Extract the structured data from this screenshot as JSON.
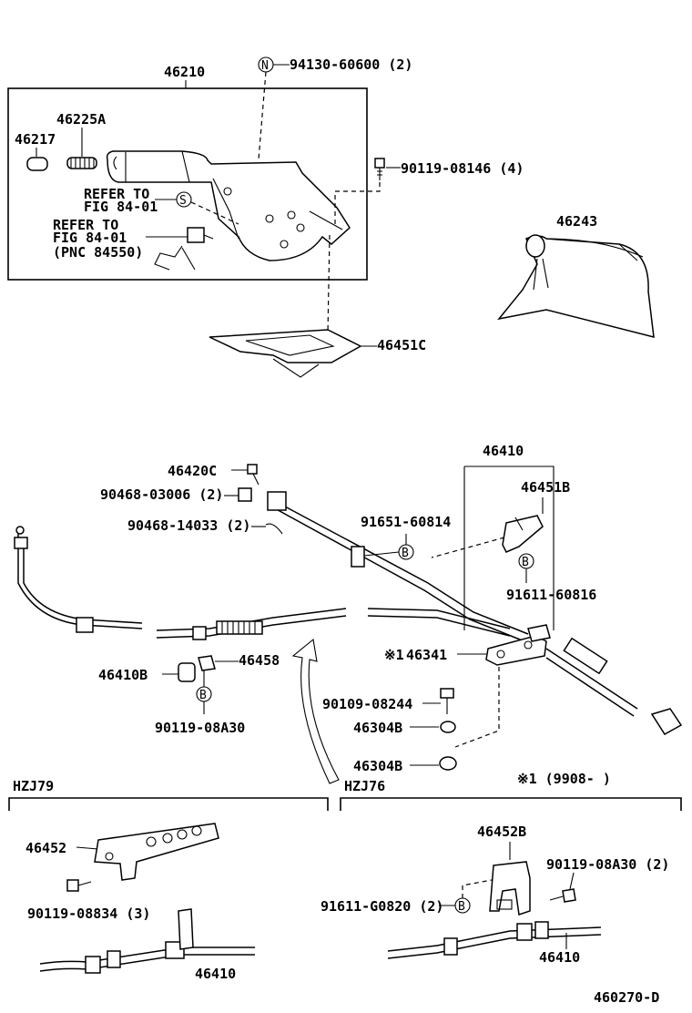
{
  "labels": {
    "p46210": "46210",
    "p94130": "94130-60600 (2)",
    "p46225A": "46225A",
    "p46217": "46217",
    "p90119_08146": "90119-08146 (4)",
    "refer1_a": "REFER TO",
    "refer1_b": "FIG 84-01",
    "refer2_a": "REFER TO",
    "refer2_b": "FIG 84-01",
    "refer2_c": "(PNC 84550)",
    "p46243": "46243",
    "p46451C": "46451C",
    "p46410_top": "46410",
    "p46420C": "46420C",
    "p90468_03006": "90468-03006 (2)",
    "p90468_14033": "90468-14033 (2)",
    "p91651": "91651-60814",
    "p46451B": "46451B",
    "p91611_60816": "91611-60816",
    "p46410B": "46410B",
    "p46458": "46458",
    "p90119_08A30": "90119-08A30",
    "p46341": "46341",
    "p90109": "90109-08244",
    "p46304B_1": "46304B",
    "p46304B_2": "46304B",
    "hzj79": "HZJ79",
    "hzj76": "HZJ76",
    "note1": "※1 (9908-      )",
    "p46452": "46452",
    "p90119_08834": "90119-08834 (3)",
    "p46410_left": "46410",
    "p46452B": "46452B",
    "p90119_08A30_2": "90119-08A30 (2)",
    "p91611_G0820": "91611-G0820 (2)",
    "p46410_right": "46410",
    "diagram_id": "460270-D"
  },
  "symbols": {
    "N": "N",
    "S": "S",
    "B": "B",
    "mark1": "※1"
  }
}
